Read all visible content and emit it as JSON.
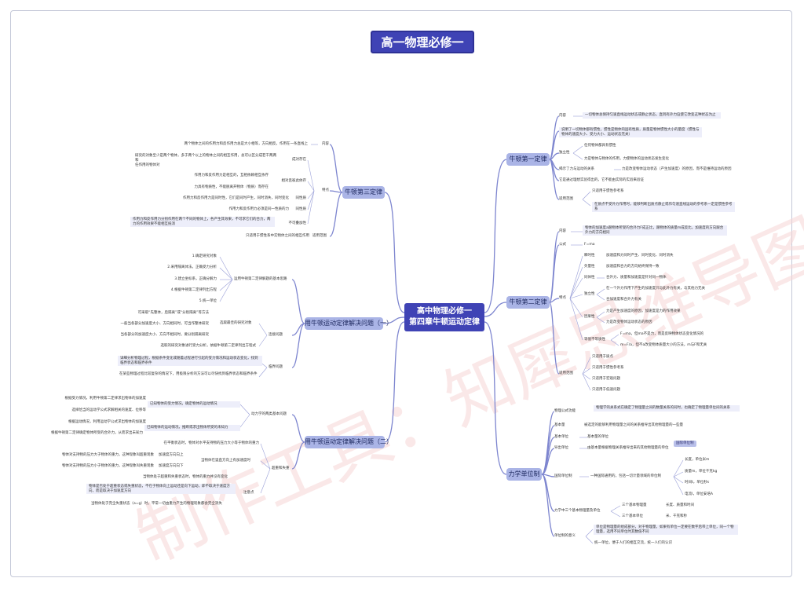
{
  "title": "高一物理必修一",
  "center": {
    "line1": "高中物理必修一",
    "line2": "第四章牛顿运动定律"
  },
  "watermark": "制作工具：知犀思维导图",
  "branches": {
    "newton1": "牛顿第一定律",
    "newton2": "牛顿第二定律",
    "units": "力学单位制",
    "newton3": "牛顿第三定律",
    "app1": "用牛顿运动定律解决问题（一）",
    "app2": "用牛顿运动定律解决问题（二）"
  },
  "n1": {
    "content_label": "内容",
    "content_text": "一切物体总保持匀速直线运动状态或静止状态，直到有外力迫使它改变这种状态为止",
    "inertia_text": "说明了一切物体都有惯性，惯性是物体的固有性质，质量是物体惯性大小的量度（惯性与物体的速度大小、受力大小、运动状态无关）",
    "force_label": "揭示了力与运动的关系",
    "force_text": "力是改变物体运动状态（产生加速度）的原因，而不是维持运动的原因",
    "indep_label": "独立性",
    "indep_a": "任何物体都具有惯性",
    "indep_b": "力是物体与物体的作用，力使物体的运动状态发生变化",
    "ideal": "它是通过理想实验得出的，它不能由实际的实验来验证",
    "scope_label": "适用范围",
    "scope_a": "只适用于惯性参考系",
    "scope_b": "在质点不受外力作用时，能够判断出质点静止或作匀速直线运动的参考系一定是惯性参考系"
  },
  "n2": {
    "content_label": "内容",
    "content_text": "物体的加速度a跟物体所受的合外力F成正比，跟物体的质量m成反比，加速度的方向跟合外力的方向相同",
    "formula_label": "公式",
    "formula": "F=ma",
    "features_label": "特点",
    "instant": "瞬时性",
    "instant_t": "加速度和力同时产生、同时变化、同时消失",
    "vector": "矢量性",
    "vector_t": "加速度和合力的方向始终保持一致",
    "same": "同体性",
    "same_t": "合外力、质量和加速度是针对同一物体",
    "indep": "独立性",
    "indep_a": "在一个外力作用下产生的加速度只与此外力有关，与其他力无关",
    "indep_b": "合加速度和合外力有关",
    "cause": "因果性",
    "cause_a": "力是产生加速度的原因，加速度是力的作用效果",
    "cause_b": "力是改变物体运动状态的原因",
    "equal": "等值不等质性",
    "equal_a": "F=ma，但ma不是力，而是反映物体状态变化情况的",
    "equal_b": "m=F/a，但不a改变物体质量大小的方法，m与F和无关",
    "scope_label": "适用范围",
    "scope_a": "只适用于质点",
    "scope_b": "只适用于惯性参考系",
    "scope_c": "只适用于宏观问题",
    "scope_d": "只适用于低速问题"
  },
  "units": {
    "relation_label": "物理公式功能",
    "relation_text": "物理学的关系式在确定了物理量之间的数量关系的同时，也确定了物理量单位间的关系",
    "base_qty_label": "基本量",
    "base_qty_text": "被选定的能够利用物理量之间的关系推导出其他物理量的一些量",
    "base_unit_label": "基本单位",
    "base_unit_text": "基本量的单位",
    "derived_label": "导出单位",
    "derived_text": "由基本量根据物理关系推导出来的其他物理量的单位",
    "intl_tag": "国际单位制",
    "si_label": "国际单位制",
    "si_text": "一种国际通用的，包括一切计量领域的单位制",
    "len": "长度，单位米m",
    "mass": "质量m，单位千克kg",
    "time": "时间t，单位秒s",
    "current": "电流I，单位安培A",
    "mech_label": "力学中三个基本物理量及单位",
    "mech_a": "三个基本物理量",
    "mech_a_t": "长度、质量和时间",
    "mech_b": "三个基本单位",
    "mech_b_t": "米、千克和秒",
    "meaning_label": "单位制的意义",
    "meaning_a": "单位是物理量的组成部分，对于物理量，如果有单位一定要在数字后带上单位，同一个物理量，选用不同单位时其数值不同",
    "meaning_b": "统一单位，便于人们的相互交流，统一人们的认识"
  },
  "n3": {
    "content_label": "内容",
    "content_text": "两个物体之间的作用力和反作用力总是大小相等，方向相反，作用在一条直线上",
    "features_label": "特点",
    "pair_label": "成对存在",
    "pair_a": "研究的对象至少是两个物体，多于两个以上的物体之间的相互作用，总可以区分成若干两两和",
    "pair_b": "任作用的物体对",
    "same_label": "相对且彼此依存",
    "same_a": "作用力和反作用力是相互的，互相依赖相互依存",
    "same_b": "力具有物质性，不能脱离开物体（物质）而存在",
    "type_label": "同性质",
    "type_text": "作用力和反作用力是同时性，它们是同时产生，同时消失，同时变化",
    "line_label": "同性质",
    "line_text": "作用力和反作用力必须是同一性质的力",
    "cancel_label": "不可叠加性",
    "cancel_text": "作用力和反作用力分别作用在两个不同的物体上，各产生其效果，不可求它们的合力，两力的作用效果不能相互抵消",
    "scope_label": "适用范围",
    "scope_text": "只适用于惯性系中实物体之间的相互作用"
  },
  "a1": {
    "steps_label": "运用牛顿第二定律解题的基本思路",
    "s1": "1.确定研究对象",
    "s2": "2.采用隔离体法，正确受力分析",
    "s3": "3.建立坐标系，正确分解力",
    "s4": "4.根据牛顿第二定律列出方程",
    "s5": "5.统一单位",
    "link_label": "连接问题",
    "choose_label": "选取最佳的研究对象",
    "c1": "可采取“先整体，后隔离”或“分别隔离”等方法",
    "c2": "一般当各部分加速度大小、方向相同时，可当作整体研究",
    "c3": "当各部分的加速度大小、方向不相同时，要分别隔离研究",
    "c4": "选取的研究对象进行受力分析，依据牛顿第二定律列出方程式",
    "limit_label": "临界问题",
    "l1": "详细分析物理过程，根据条件变化或随着过程进行引起的受力情况和运动状态变化，找到临界状态和临界条件",
    "l2": "在某些物理过程比较复杂的情况下，用极限分析的方法可以尽快找到临界状态和临界条件"
  },
  "a2": {
    "two_label": "动力学的两类基本问题",
    "force2motion": "已知物体的受力情况，确定物体的运动情况",
    "f1": "根据受力情况，利用牛顿第二定律求出物体的加速度",
    "f2": "选择恰当的运动学公式求解相关的速度、位移等",
    "motion2force": "已知物体的运动情况，推断或求出物体所受的未知力",
    "m1": "根据运动情况，利用运动学公式求出物体的加速度",
    "m2": "根据牛顿第二定律确定物体所受的合外力，从而求出未知力",
    "ow_label": "超重和失重",
    "ow_intro": "在平衡状态时，物体对水平支持物的压力大小等于物体的重力",
    "over_label": "加速度方向向上",
    "over_text": "物体对支持物的压力大于物体的重力，这种现象叫超重现象",
    "under_label": "加速度方向向下",
    "under_text": "物体对支持物的压力小于物体的重力，这种现象叫失重现象",
    "real_label": "当物体在竖直方向上有加速度时",
    "note_label": "注意点",
    "n1": "当物体处于超重和失重状态时，物体的重力并没有变化",
    "n2": "物体是否处于超重状态或失重状态，不在于物体向上运动还是向下运动，即不取决于速度方向，而是取决于加速度方向",
    "n3": "当物体处于完全失重状态（a=g）时，平常一切由重力产生的物理现象都会完全消失"
  }
}
